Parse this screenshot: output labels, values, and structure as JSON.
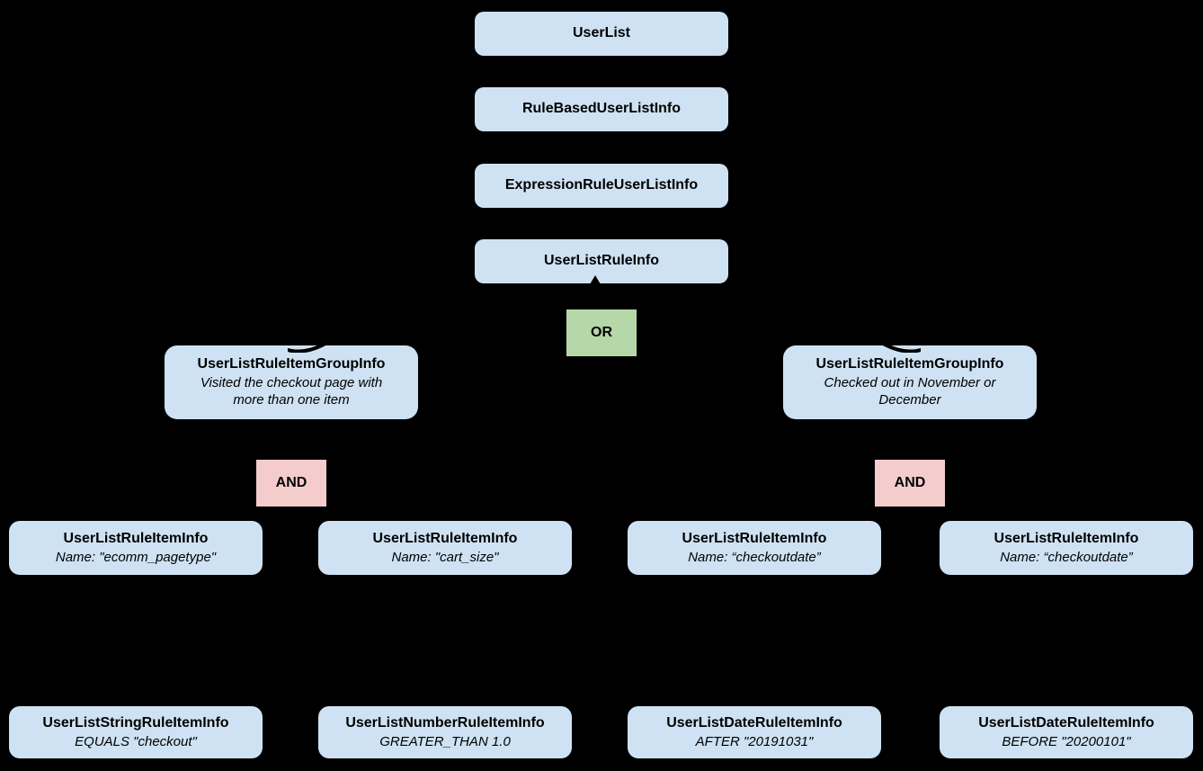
{
  "diagram": {
    "description_colors": {
      "background": "#000000",
      "node_fill": "#cfe2f3",
      "or_fill": "#b6d7a8",
      "and_fill": "#f4cccc",
      "text": "#000000"
    },
    "chain": [
      {
        "label": "UserList"
      },
      {
        "label": "RuleBasedUserListInfo"
      },
      {
        "label": "ExpressionRuleUserListInfo"
      },
      {
        "label": "UserListRuleInfo"
      }
    ],
    "operators": {
      "or": "OR",
      "and": "AND"
    },
    "groups": [
      {
        "title": "UserListRuleItemGroupInfo",
        "subtitle": "Visited the checkout page with more than one item"
      },
      {
        "title": "UserListRuleItemGroupInfo",
        "subtitle": "Checked out in November or December"
      }
    ],
    "rule_items": [
      {
        "title": "UserListRuleItemInfo",
        "subtitle": "Name: \"ecomm_pagetype\""
      },
      {
        "title": "UserListRuleItemInfo",
        "subtitle": "Name: \"cart_size\""
      },
      {
        "title": "UserListRuleItemInfo",
        "subtitle": "Name: “checkoutdate”"
      },
      {
        "title": "UserListRuleItemInfo",
        "subtitle": "Name: “checkoutdate”"
      }
    ],
    "leaf_items": [
      {
        "title": "UserListStringRuleItemInfo",
        "subtitle": "EQUALS \"checkout\""
      },
      {
        "title": "UserListNumberRuleItemInfo",
        "subtitle": "GREATER_THAN 1.0"
      },
      {
        "title": "UserListDateRuleItemInfo",
        "subtitle": "AFTER \"20191031\""
      },
      {
        "title": "UserListDateRuleItemInfo",
        "subtitle": "BEFORE \"20200101\""
      }
    ]
  }
}
